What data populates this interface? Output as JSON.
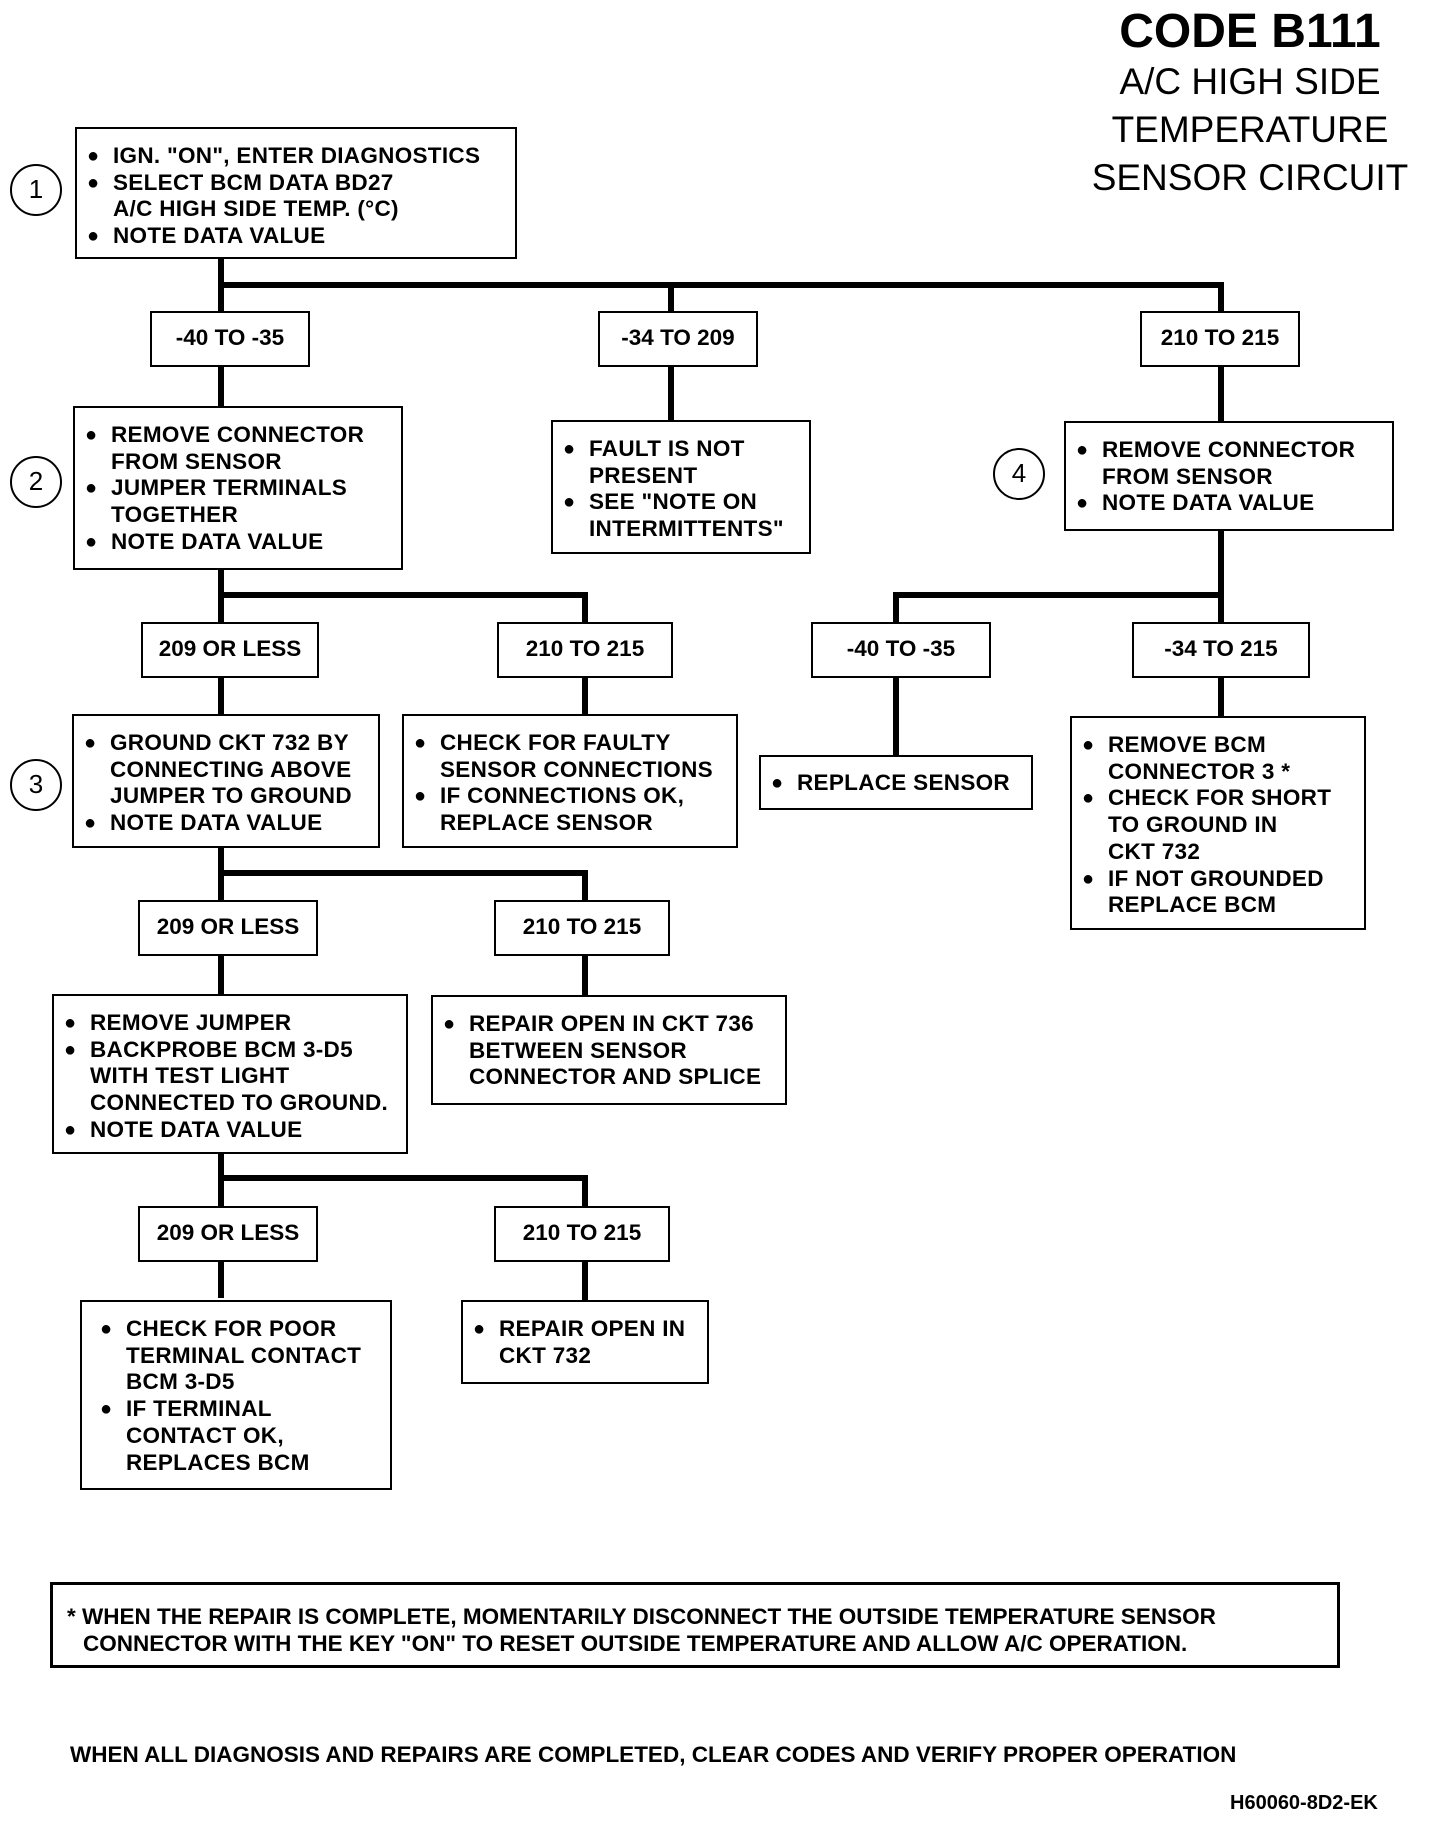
{
  "title": {
    "code": "CODE B111",
    "line1": "A/C HIGH SIDE",
    "line2": "TEMPERATURE",
    "line3": "SENSOR CIRCUIT"
  },
  "steps": [
    "1",
    "2",
    "3",
    "4"
  ],
  "boxes": {
    "step1": [
      "IGN. \"ON\", ENTER DIAGNOSTICS",
      "SELECT BCM DATA BD27",
      "A/C HIGH SIDE TEMP. (°C)",
      "NOTE DATA VALUE"
    ],
    "step2": [
      "REMOVE CONNECTOR",
      "FROM SENSOR",
      "JUMPER TERMINALS",
      "TOGETHER",
      "NOTE DATA VALUE"
    ],
    "fault": [
      "FAULT IS NOT",
      "PRESENT",
      "SEE \"NOTE ON",
      "INTERMITTENTS\""
    ],
    "step4": [
      "REMOVE CONNECTOR",
      "FROM SENSOR",
      "NOTE DATA VALUE"
    ],
    "step3": [
      "GROUND CKT 732 BY",
      "CONNECTING ABOVE",
      "JUMPER TO GROUND",
      "NOTE DATA VALUE"
    ],
    "faulty": [
      "CHECK FOR FAULTY",
      "SENSOR CONNECTIONS",
      "IF CONNECTIONS OK,",
      "REPLACE SENSOR"
    ],
    "replace_sensor": [
      "REPLACE SENSOR"
    ],
    "remove_bcm": [
      "REMOVE BCM",
      "CONNECTOR 3 *",
      "CHECK FOR SHORT",
      "TO GROUND IN",
      "CKT 732",
      "IF NOT GROUNDED",
      "REPLACE BCM"
    ],
    "remove_jumper": [
      "REMOVE JUMPER",
      "BACKPROBE BCM 3-D5",
      "WITH TEST LIGHT",
      "CONNECTED TO GROUND.",
      "NOTE DATA VALUE"
    ],
    "repair_736": [
      "REPAIR OPEN IN CKT 736",
      "BETWEEN SENSOR",
      "CONNECTOR AND SPLICE"
    ],
    "poor_contact": [
      "CHECK FOR POOR",
      "TERMINAL CONTACT",
      "BCM 3-D5",
      "IF TERMINAL",
      "CONTACT OK,",
      "REPLACES  BCM"
    ],
    "repair_732": [
      "REPAIR OPEN IN",
      "CKT 732"
    ]
  },
  "ranges": {
    "r1a": "-40 TO -35",
    "r1b": "-34 TO 209",
    "r1c": "210 TO 215",
    "r2a": "209 OR LESS",
    "r2b": "210 TO 215",
    "r4a": "-40 TO -35",
    "r4b": "-34 TO 215",
    "r3a": "209 OR LESS",
    "r3b": "210 TO 215",
    "r5a": "209 OR LESS",
    "r5b": "210 TO 215"
  },
  "note": {
    "line1": "* WHEN THE REPAIR IS COMPLETE, MOMENTARILY DISCONNECT THE OUTSIDE TEMPERATURE SENSOR",
    "line2": "CONNECTOR WITH THE KEY \"ON\" TO RESET OUTSIDE TEMPERATURE AND ALLOW A/C OPERATION."
  },
  "footer": "WHEN ALL DIAGNOSIS AND REPAIRS ARE COMPLETED, CLEAR CODES AND VERIFY PROPER OPERATION",
  "figure_id": "H60060-8D2-EK"
}
